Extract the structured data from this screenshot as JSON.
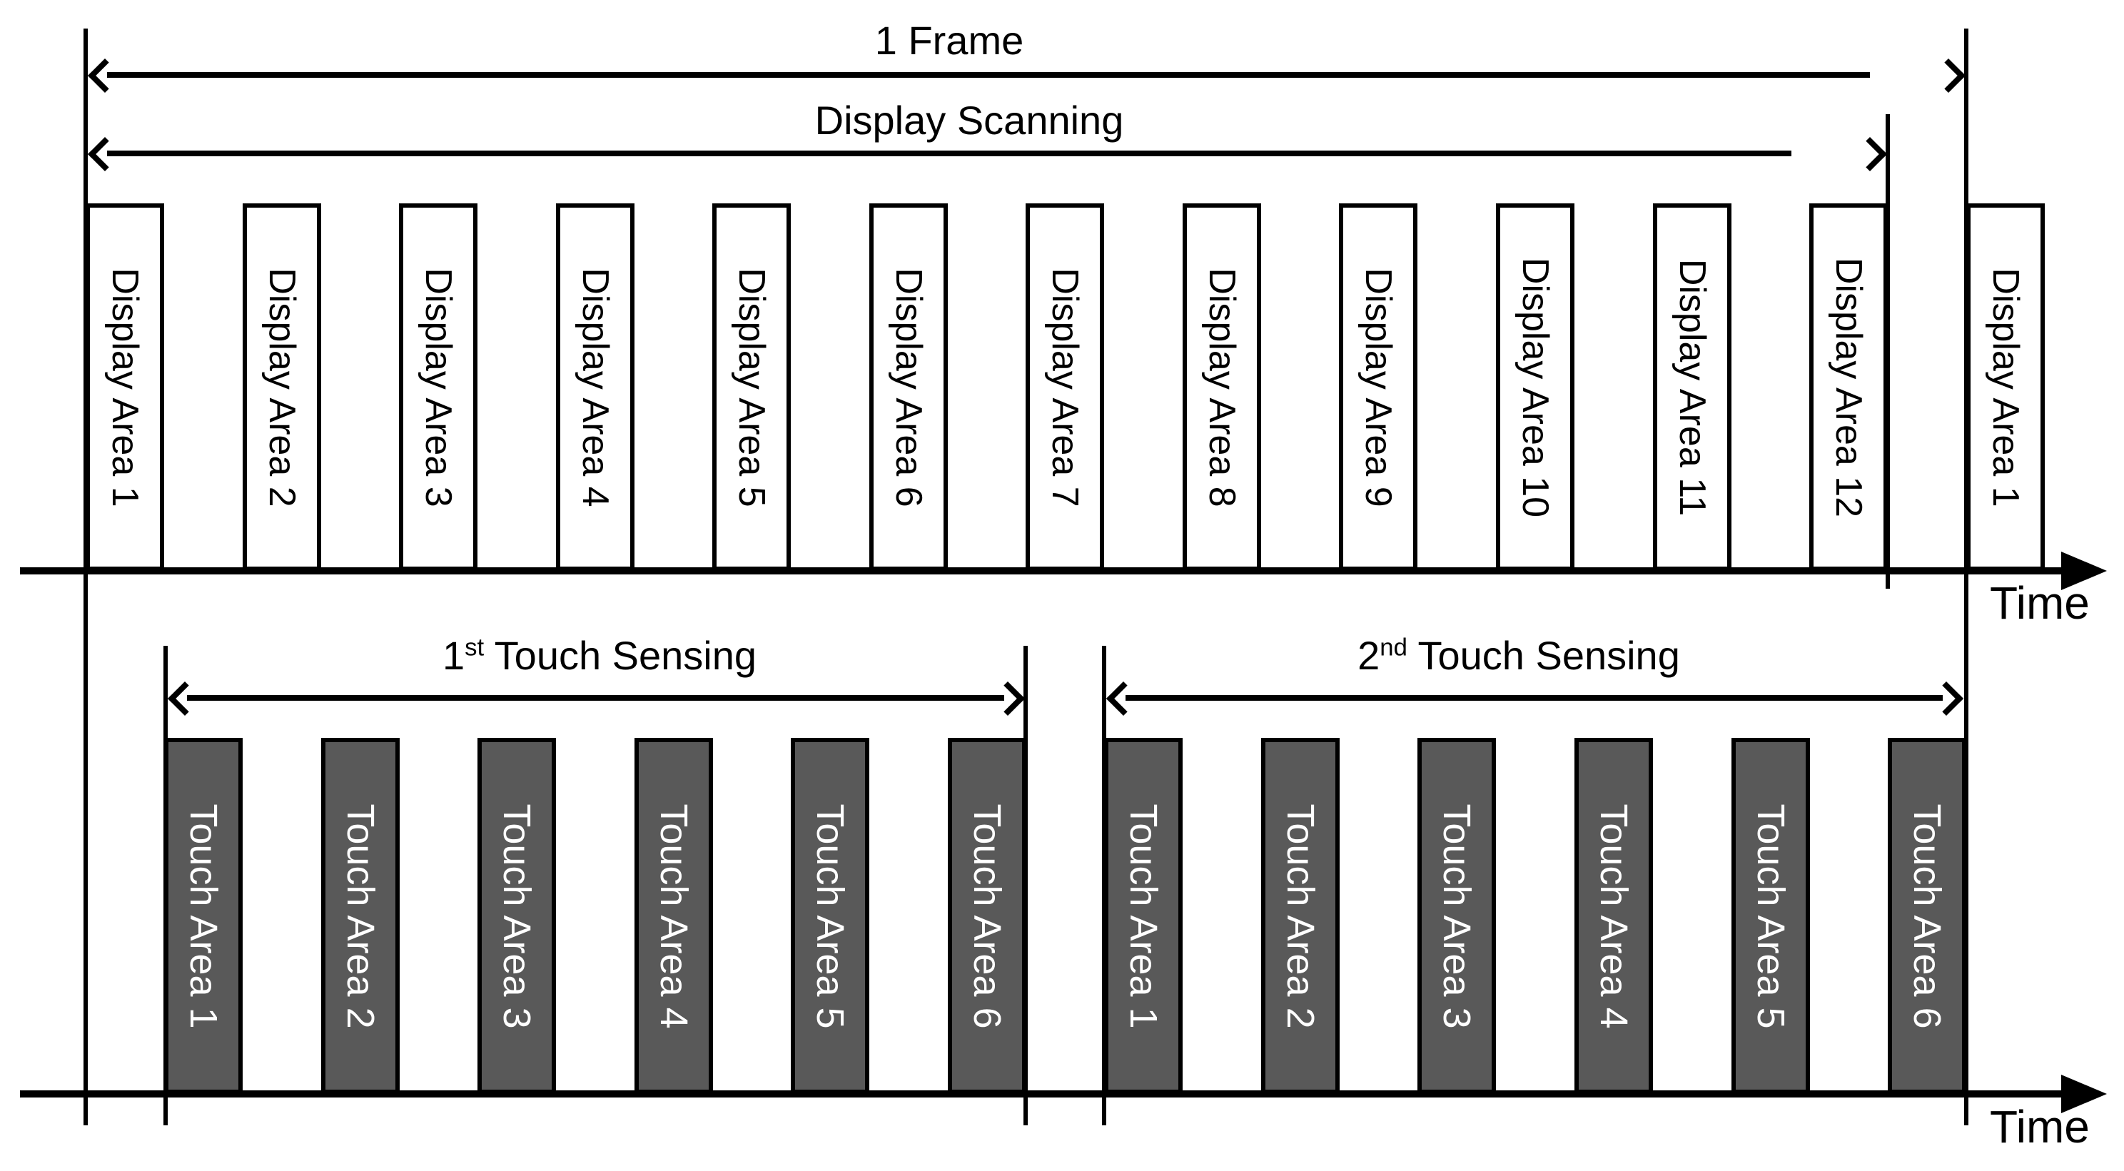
{
  "header": {
    "frame_label": "1 Frame",
    "display_scanning_label": "Display Scanning"
  },
  "axes": {
    "time_top": "Time",
    "time_bottom": "Time"
  },
  "touch_sensing": {
    "first": {
      "num": "1",
      "sup": "st",
      "rest": " Touch Sensing"
    },
    "second": {
      "num": "2",
      "sup": "nd",
      "rest": " Touch Sensing"
    }
  },
  "display_row": {
    "boxes": [
      "Display Area 1",
      "Display Area 2",
      "Display Area 3",
      "Display Area 4",
      "Display Area 5",
      "Display Area 6",
      "Display Area 7",
      "Display Area 8",
      "Display Area 9",
      "Display Area 10",
      "Display Area 11",
      "Display Area 12",
      "Display Area 1"
    ]
  },
  "touch_row": {
    "boxes": [
      "Touch Area 1",
      "Touch Area 2",
      "Touch Area 3",
      "Touch Area 4",
      "Touch Area 5",
      "Touch Area 6",
      "Touch Area 1",
      "Touch Area 2",
      "Touch Area 3",
      "Touch Area 4",
      "Touch Area 5",
      "Touch Area 6"
    ]
  },
  "colors": {
    "line": "#000000",
    "display_fill": "#ffffff",
    "display_text": "#000000",
    "touch_fill": "#595959",
    "touch_text": "#ffffff",
    "background": "#ffffff"
  }
}
